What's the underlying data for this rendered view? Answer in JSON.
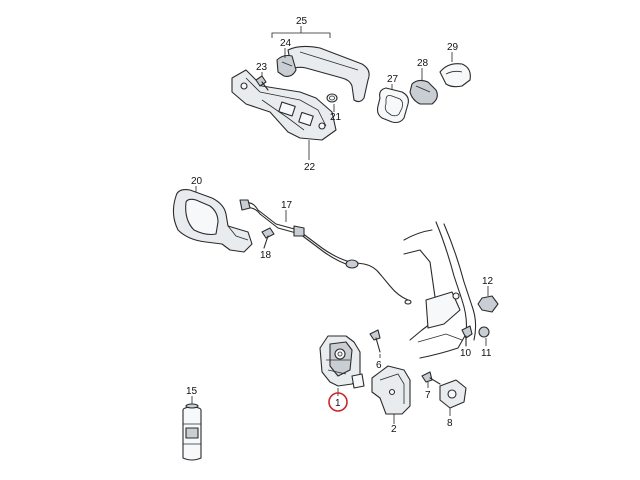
{
  "diagram": {
    "highlight_color": "#c62828",
    "labels": [
      {
        "id": "1",
        "text": "1"
      },
      {
        "id": "2",
        "text": "2"
      },
      {
        "id": "6",
        "text": "6"
      },
      {
        "id": "7",
        "text": "7"
      },
      {
        "id": "8",
        "text": "8"
      },
      {
        "id": "10",
        "text": "10"
      },
      {
        "id": "11",
        "text": "11"
      },
      {
        "id": "12",
        "text": "12"
      },
      {
        "id": "15",
        "text": "15"
      },
      {
        "id": "17",
        "text": "17"
      },
      {
        "id": "18",
        "text": "18"
      },
      {
        "id": "20",
        "text": "20"
      },
      {
        "id": "21",
        "text": "21"
      },
      {
        "id": "22",
        "text": "22"
      },
      {
        "id": "23",
        "text": "23"
      },
      {
        "id": "24",
        "text": "24"
      },
      {
        "id": "25",
        "text": "25"
      },
      {
        "id": "27",
        "text": "27"
      },
      {
        "id": "28",
        "text": "28"
      },
      {
        "id": "29",
        "text": "29"
      }
    ],
    "highlighted_label": "1"
  }
}
